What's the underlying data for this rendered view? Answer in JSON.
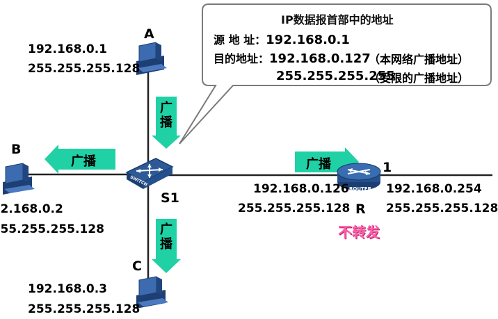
{
  "callout": {
    "title": "IP数据报首部中的地址",
    "src_label": "源 地 址：",
    "src_value": "192.168.0.1",
    "dst_label": "目的地址：",
    "dst_value1": "192.168.0.127",
    "dst_note1": "（本网络广播地址）",
    "dst_value2": "255.255.255.255",
    "dst_note2": "（受限的广播地址）"
  },
  "hosts": {
    "a": {
      "label": "A",
      "ip": "192.168.0.1",
      "mask": "255.255.255.128"
    },
    "b": {
      "label": "B",
      "ip": ".2.168.0.2",
      "mask": ".55.255.255.128"
    },
    "c": {
      "label": "C",
      "ip": "192.168.0.3",
      "mask": "255.255.255.128"
    }
  },
  "switch": {
    "label": "S1",
    "device_text": "SWITCH"
  },
  "router": {
    "label": "R",
    "device_text": "ROUTER",
    "port_label": "1",
    "left_ip": "192.168.0.126",
    "left_mask": "255.255.255.128",
    "right_ip": "192.168.0.254",
    "right_mask": "255.255.255.128",
    "status": "不转发"
  },
  "broadcast": {
    "to_a_side": "广播",
    "to_b": "广播",
    "to_c": "广播",
    "to_r": "广播"
  },
  "colors": {
    "broadcast_arrow": "#1fd1a5",
    "device_blue": "#2d5a97",
    "status_pink": "#ff5fa8"
  }
}
